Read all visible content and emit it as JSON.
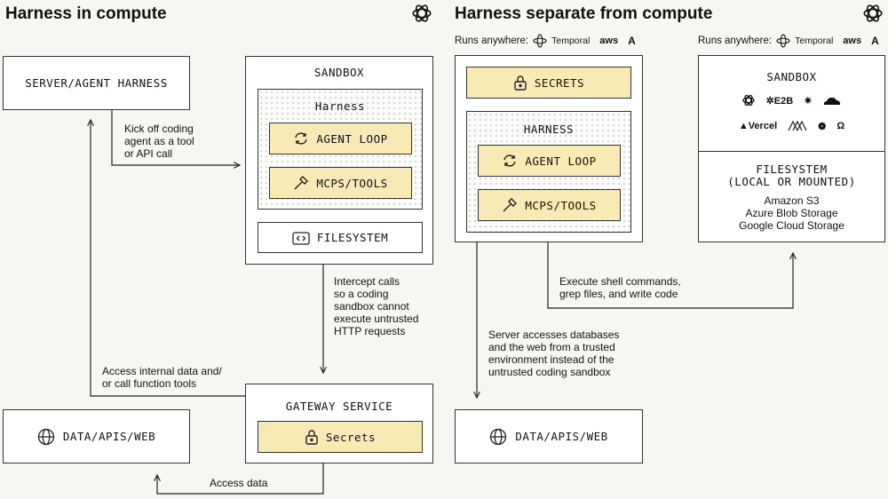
{
  "left": {
    "title": "Harness in compute",
    "server_box": "SERVER/AGENT HARNESS",
    "sandbox": {
      "title": "SANDBOX",
      "harness_label": "Harness",
      "agent_loop": "AGENT LOOP",
      "mcps_tools": "MCPS/TOOLS",
      "filesystem": "FILESYSTEM"
    },
    "gateway": {
      "title": "GATEWAY SERVICE",
      "secrets": "Secrets"
    },
    "data_box": "DATA/APIS/WEB",
    "notes": {
      "kickoff": [
        "Kick off coding",
        "agent as a tool",
        "or API call"
      ],
      "intercept": [
        "Intercept calls",
        "so a coding",
        "sandbox cannot",
        "execute untrusted",
        "HTTP requests"
      ],
      "access_internal": [
        "Access internal data and/",
        "or call function tools"
      ],
      "access_data": "Access data"
    }
  },
  "right": {
    "title": "Harness separate from compute",
    "runs_left": {
      "label": "Runs anywhere:",
      "temporal": "Temporal",
      "aws": "aws"
    },
    "runs_right": {
      "label": "Runs anywhere:",
      "temporal": "Temporal",
      "aws": "aws"
    },
    "secrets": "SECRETS",
    "harness": {
      "title": "HARNESS",
      "agent_loop": "AGENT LOOP",
      "mcps_tools": "MCPS/TOOLS"
    },
    "sandbox": {
      "title": "SANDBOX",
      "providers_row1": [
        "E2B"
      ],
      "providers_row2": [
        "Vercel"
      ]
    },
    "filesystem": {
      "title": "FILESYSTEM",
      "subtitle": "(LOCAL OR MOUNTED)",
      "storage": [
        "Amazon S3",
        "Azure Blob Storage",
        "Google Cloud Storage"
      ]
    },
    "data_box": "DATA/APIS/WEB",
    "notes": {
      "execute": [
        "Execute shell commands,",
        "grep files, and write code"
      ],
      "server_access": [
        "Server accesses databases",
        "and the web from a trusted",
        "environment instead of the",
        "untrusted coding sandbox"
      ]
    }
  },
  "icons": [
    "openai-icon",
    "lock-icon",
    "refresh-icon",
    "hammer-icon",
    "code-folder-icon",
    "globe-icon",
    "temporal-icon",
    "aws-icon",
    "anthropic-icon"
  ]
}
